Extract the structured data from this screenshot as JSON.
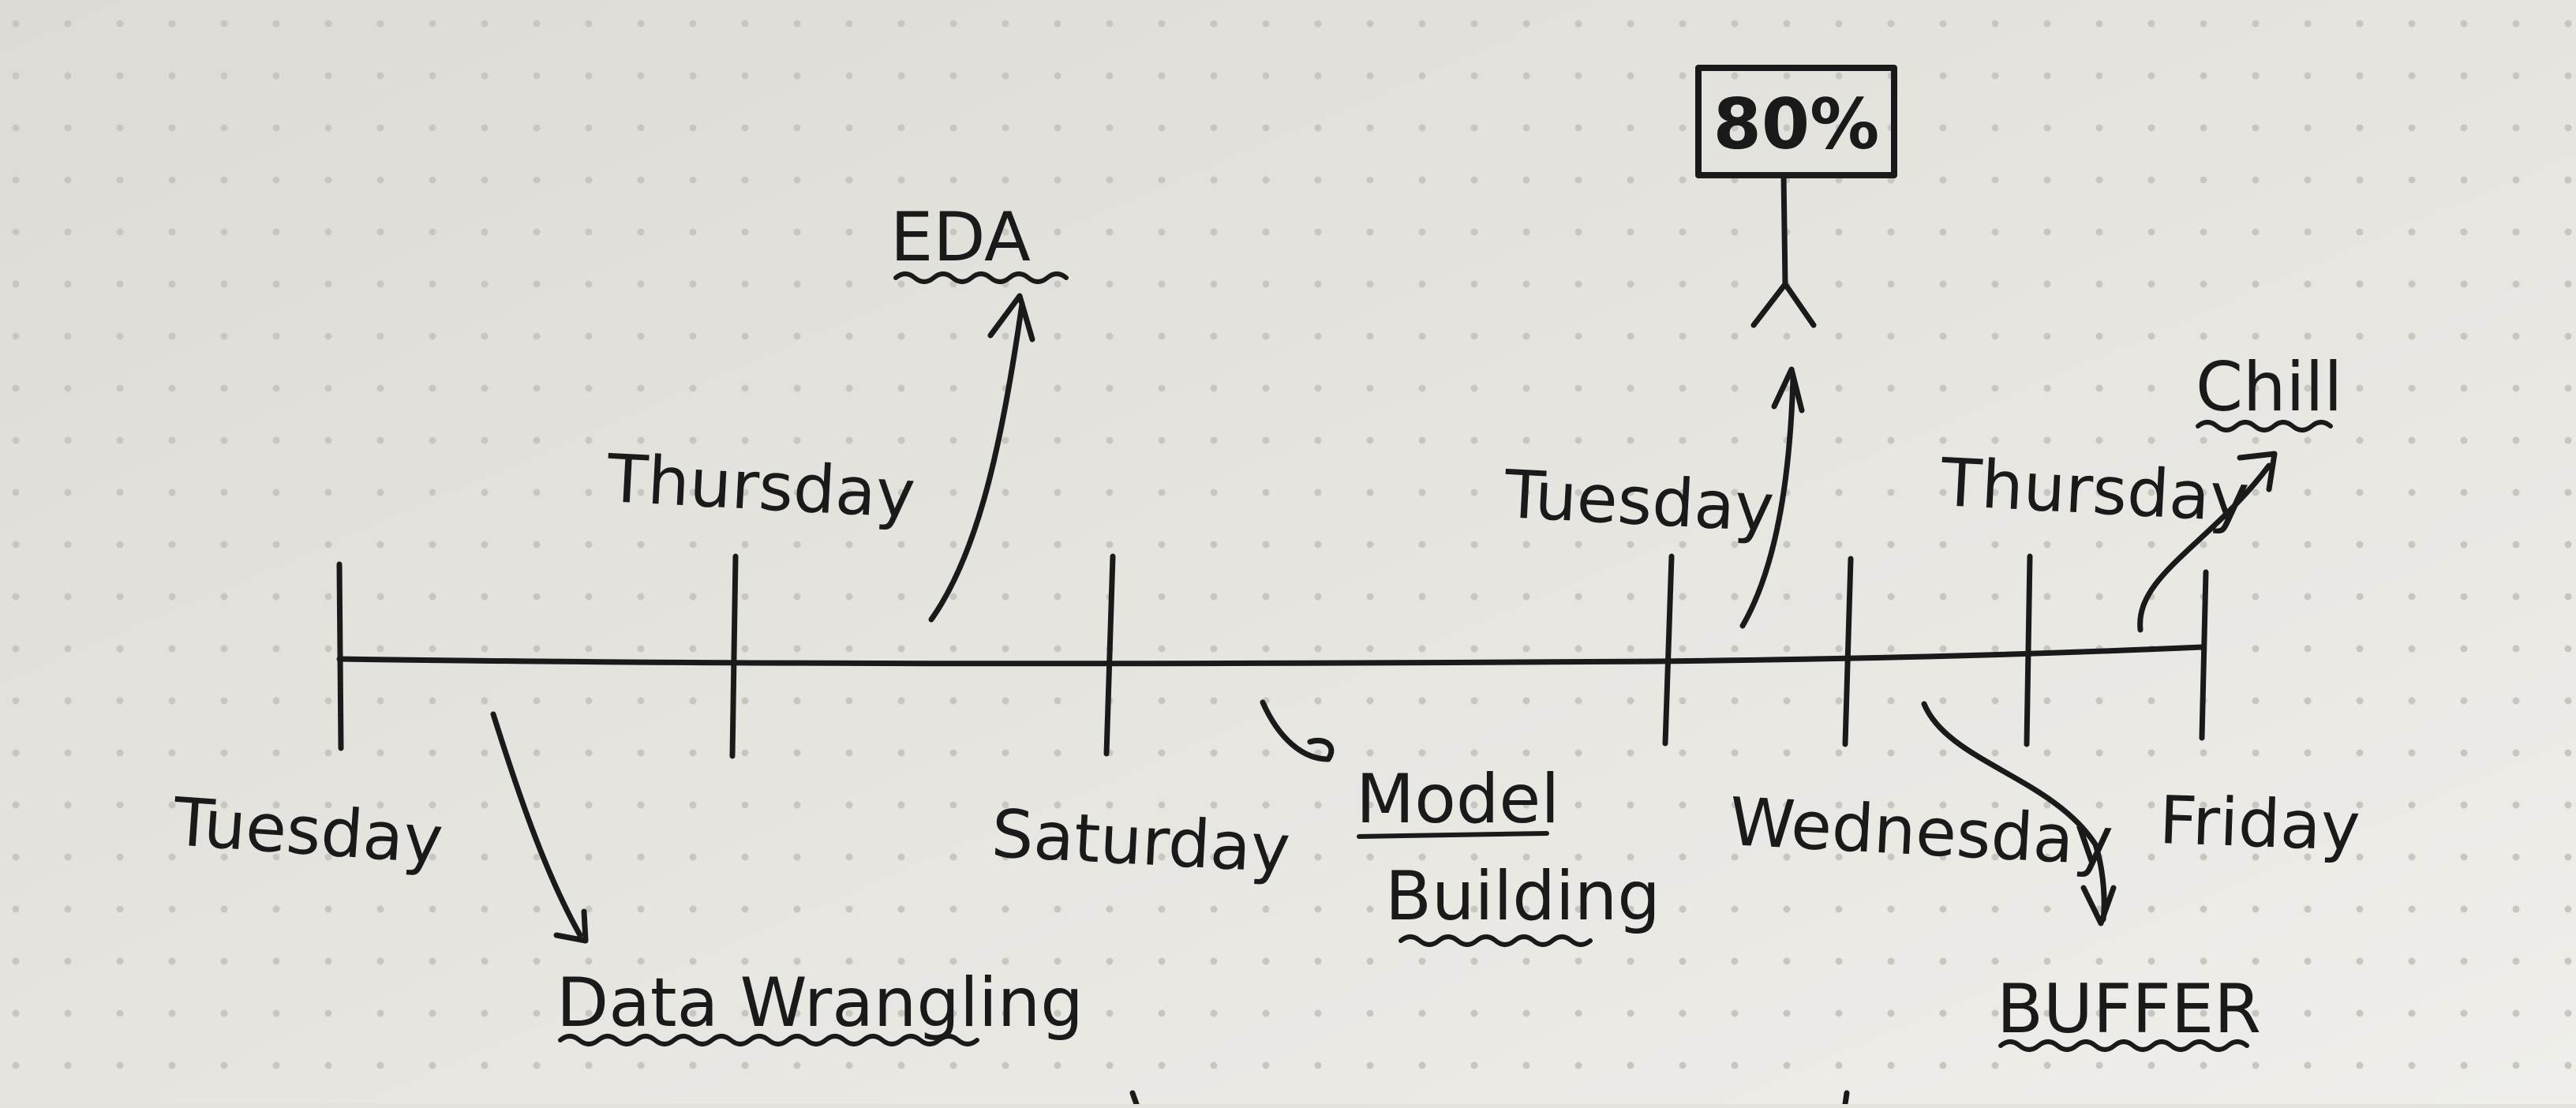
{
  "timeline": {
    "ticks": [
      {
        "label": "Tuesday",
        "position": "below"
      },
      {
        "label": "Thursday",
        "position": "above"
      },
      {
        "label": "Saturday",
        "position": "below"
      },
      {
        "label": "Tuesday",
        "position": "above"
      },
      {
        "label": "Wednesday",
        "position": "below"
      },
      {
        "label": "Thursday",
        "position": "above"
      },
      {
        "label": "Friday",
        "position": "below"
      }
    ]
  },
  "tasks": {
    "data_wrangling": "Data Wrangling",
    "eda": "EDA",
    "model_line1": "Model",
    "model_line2": "Building",
    "buffer": "BUFFER",
    "chill": "Chill"
  },
  "sign": {
    "value": "80%"
  },
  "colors": {
    "paper": "#e4e2dd",
    "ink": "#1a1a1a",
    "dot": "#c9c6c0"
  }
}
